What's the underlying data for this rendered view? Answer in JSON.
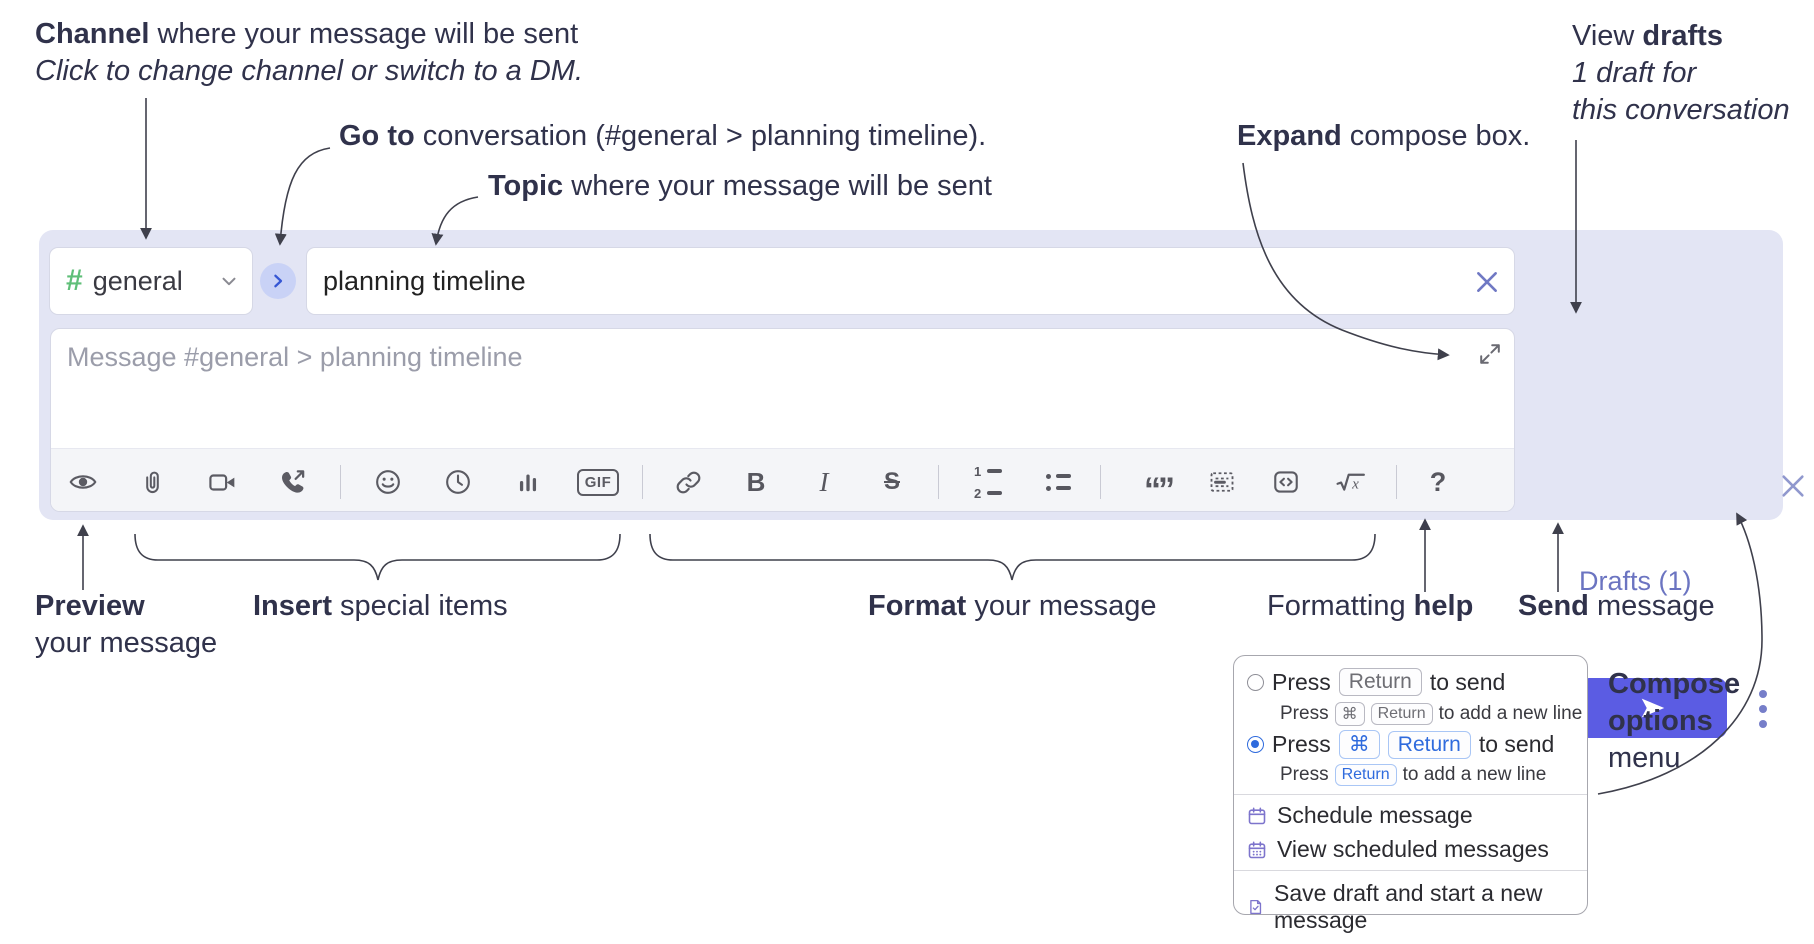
{
  "annotations": {
    "channel_line1_bold": "Channel",
    "channel_line1_rest": " where your message will be sent",
    "channel_line2": "Click to change channel or switch to a DM.",
    "goto_bold": "Go to",
    "goto_rest": " conversation (#general > planning timeline).",
    "topic_bold": "Topic",
    "topic_rest": " where your message will be sent",
    "expand_bold": "Expand",
    "expand_rest": " compose box.",
    "drafts_line1_pre": "View ",
    "drafts_line1_bold": "drafts",
    "drafts_line2": "1 draft for",
    "drafts_line3": "this conversation",
    "preview_bold": "Preview",
    "preview_line2": "your message",
    "insert_bold": "Insert",
    "insert_rest": " special items",
    "format_bold": "Format",
    "format_rest": " your message",
    "help_pre": "Formatting ",
    "help_bold": "help",
    "send_bold": "Send",
    "send_rest": " message",
    "compose_options_line1": "Compose",
    "compose_options_line2": "options",
    "compose_options_line3": "menu"
  },
  "compose": {
    "channel": {
      "hash": "#",
      "name": "general"
    },
    "topic_value": "planning timeline",
    "message_placeholder": "Message #general > planning timeline",
    "drafts_link": "Drafts (1)",
    "icon_glyphs": {
      "gif": "GIF",
      "bold": "B",
      "italic": "I",
      "strike": "S",
      "quote": "“”",
      "help": "?",
      "ol1": "1",
      "ol2": "2"
    }
  },
  "popup": {
    "opt1": {
      "press": "Press",
      "key1": "Return",
      "tail": "to send",
      "sub_press": "Press",
      "sub_key1": "⌘",
      "sub_key2": "Return",
      "sub_tail": "to add a new line"
    },
    "opt2": {
      "press": "Press",
      "key1": "⌘",
      "key2": "Return",
      "tail": "to send",
      "sub_press": "Press",
      "sub_key1": "Return",
      "sub_tail": "to add a new line"
    },
    "items": {
      "schedule": "Schedule message",
      "view_scheduled": "View scheduled messages",
      "save_draft": "Save draft and start a new message"
    }
  },
  "colors": {
    "panel": "#e3e5f4",
    "send_button": "#5b5ce3",
    "drafts_link": "#6b74c1",
    "hash_green": "#5fbf78",
    "key_blue": "#2f6bdd"
  }
}
